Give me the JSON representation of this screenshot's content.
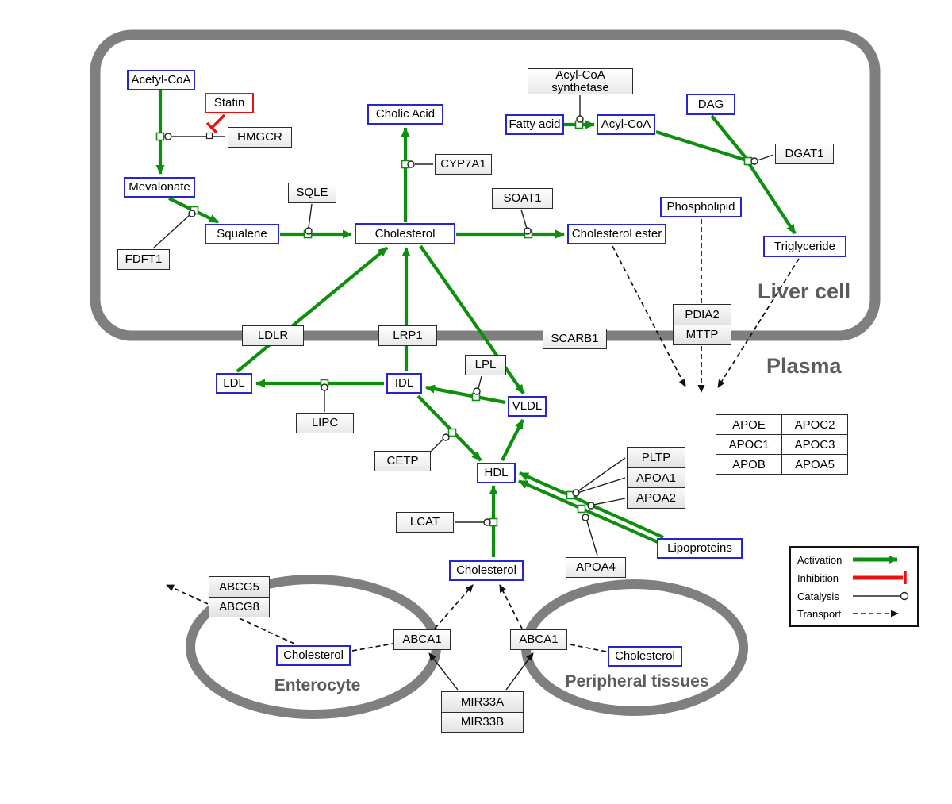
{
  "compartments": {
    "liver": "Liver cell",
    "plasma": "Plasma",
    "enterocyte": "Enterocyte",
    "peripheral": "Peripheral tissues"
  },
  "nodes": {
    "acetyl_coa": "Acetyl-CoA",
    "statin": "Statin",
    "hmgcr": "HMGCR",
    "mevalonate": "Mevalonate",
    "fdft1": "FDFT1",
    "sqle": "SQLE",
    "squalene": "Squalene",
    "cholesterol_liver": "Cholesterol",
    "cholic_acid": "Cholic Acid",
    "cyp7a1": "CYP7A1",
    "soat1": "SOAT1",
    "cholesterol_ester": "Cholesterol ester",
    "acyl_coa_synthetase": "Acyl-CoA\nsynthetase",
    "fatty_acid": "Fatty acid",
    "acyl_coa": "Acyl-CoA",
    "dag": "DAG",
    "dgat1": "DGAT1",
    "phospholipid": "Phospholipid",
    "triglyceride": "Triglyceride",
    "ldlr": "LDLR",
    "lrp1": "LRP1",
    "scarb1": "SCARB1",
    "pdia2": "PDIA2",
    "mttp": "MTTP",
    "ldl": "LDL",
    "idl": "IDL",
    "vldl": "VLDL",
    "hdl": "HDL",
    "lipc": "LIPC",
    "lpl": "LPL",
    "cetp": "CETP",
    "lcat": "LCAT",
    "pltp": "PLTP",
    "apoa1": "APOA1",
    "apoa2": "APOA2",
    "apoa4": "APOA4",
    "lipoproteins": "Lipoproteins",
    "apo_table": [
      [
        "APOE",
        "APOC2"
      ],
      [
        "APOC1",
        "APOC3"
      ],
      [
        "APOB",
        "APOA5"
      ]
    ],
    "cholesterol_plasma": "Cholesterol",
    "abcg5": "ABCG5",
    "abcg8": "ABCG8",
    "cholesterol_enterocyte": "Cholesterol",
    "abca1_left": "ABCA1",
    "abca1_right": "ABCA1",
    "cholesterol_peripheral": "Cholesterol",
    "mir33a": "MIR33A",
    "mir33b": "MIR33B"
  },
  "legend": {
    "activation": "Activation",
    "inhibition": "Inhibition",
    "catalysis": "Catalysis",
    "transport": "Transport"
  },
  "colors": {
    "activation": "#0d8f0d",
    "inhibition": "#e81010",
    "node_border": "#2626cc",
    "membrane": "#7f7f7f",
    "label": "#5c5c5c"
  }
}
